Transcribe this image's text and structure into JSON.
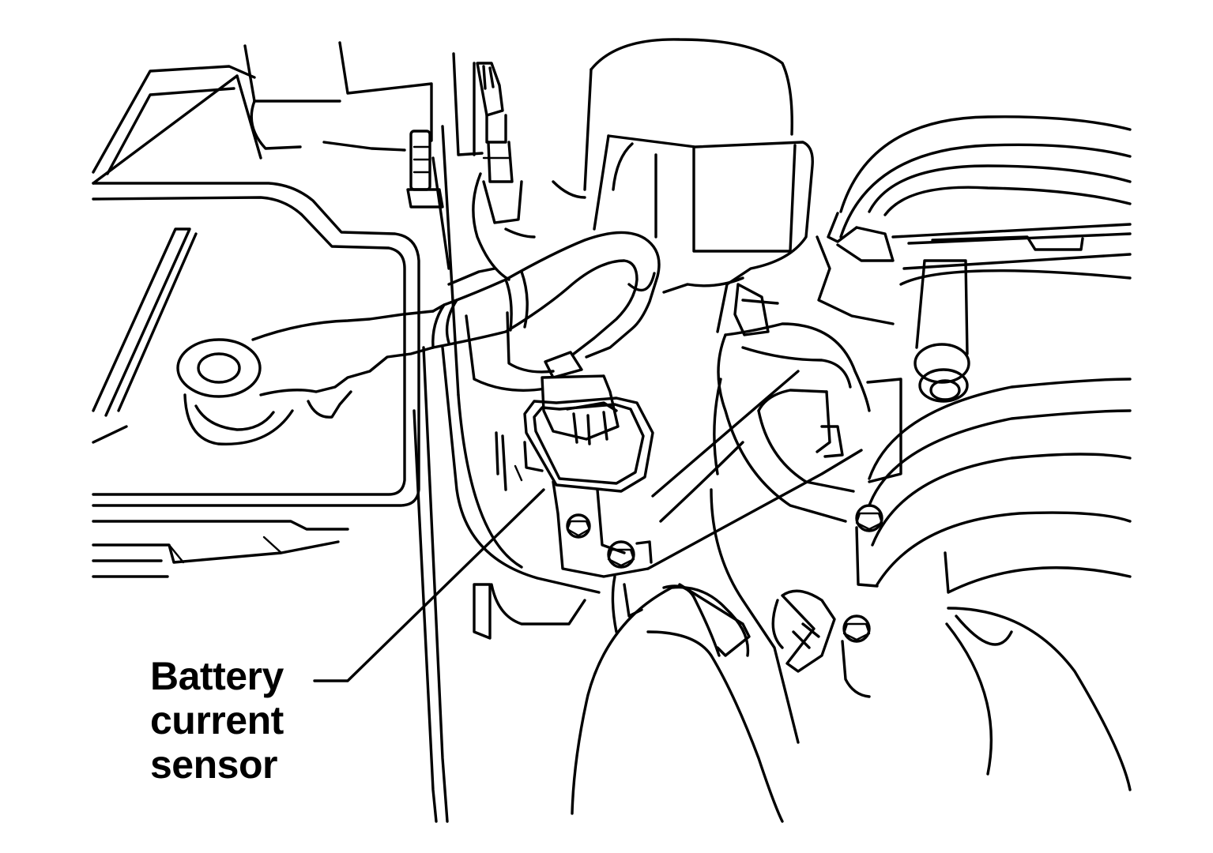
{
  "callout": {
    "line1": "Battery",
    "line2": "current",
    "line3": "sensor"
  }
}
